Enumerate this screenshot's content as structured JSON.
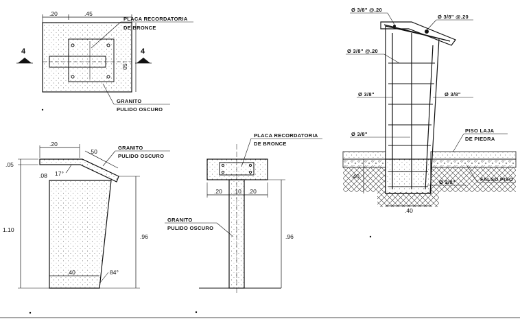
{
  "plan": {
    "dim_top_left": ".20",
    "dim_top_right": ".45",
    "dim_right": ".50",
    "label_placa_1": "PLACA RECORDATORIA",
    "label_placa_2": "DE BRONCE",
    "label_granito_1": "GRANITO",
    "label_granito_2": "PULIDO OSCURO",
    "section_left": "4",
    "section_right": "4"
  },
  "side": {
    "dim_top": ".20",
    "dim_slope": ".50",
    "dim_left_small": ".05",
    "dim_inner": ".08",
    "angle_top": "17°",
    "dim_total_height": "1.10",
    "dim_body_height": ".96",
    "dim_base": ".40",
    "angle_base": "84°",
    "label_granito_1": "GRANITO",
    "label_granito_2": "PULIDO OSCURO"
  },
  "front": {
    "label_placa_1": "PLACA RECORDATORIA",
    "label_placa_2": "DE BRONCE",
    "dim_a": ".20",
    "dim_b": ".10",
    "dim_c": ".20",
    "dim_height": ".96",
    "label_granito_1": "GRANITO",
    "label_granito_2": "PULIDO OSCURO"
  },
  "section": {
    "rebar_top_left": "Ø 3/8\" @.20",
    "rebar_top_right": "Ø 3/8\" @.20",
    "rebar_mid_left": "Ø 3/8\" @.20",
    "rebar_left": "Ø 3/8\"",
    "rebar_right": "Ø 3/8\"",
    "rebar_low_left": "Ø 3/8\"",
    "rebar_bottom": "Ø 3/8\"",
    "label_piso_1": "PISO LAJA",
    "label_piso_2": "DE PIEDRA",
    "label_falso_piso": "FALSO PISO",
    "dim_depth": ".40",
    "dim_width": ".40"
  }
}
